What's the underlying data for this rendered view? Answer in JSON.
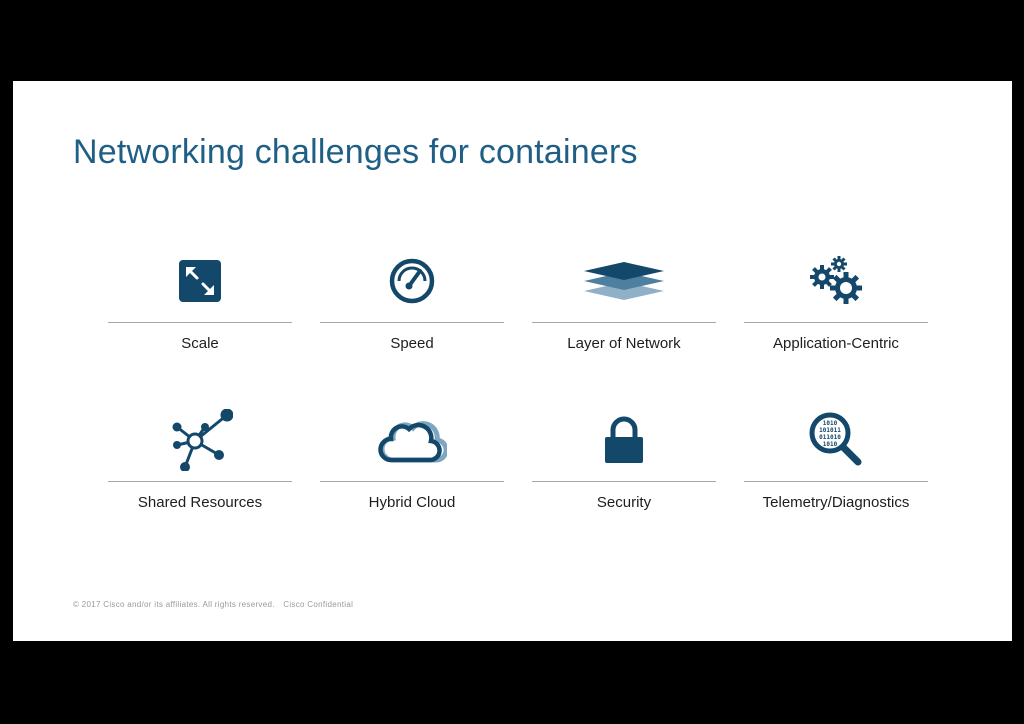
{
  "slide": {
    "title": "Networking challenges for containers",
    "accent_color": "#1f5f86",
    "icon_color": "#13486b",
    "tiles": [
      {
        "label": "Scale",
        "icon": "expand-arrows-icon"
      },
      {
        "label": "Speed",
        "icon": "speedometer-icon"
      },
      {
        "label": "Layer of Network",
        "icon": "stacked-layers-icon"
      },
      {
        "label": "Application-Centric",
        "icon": "gears-icon"
      },
      {
        "label": "Shared Resources",
        "icon": "network-hub-icon"
      },
      {
        "label": "Hybrid Cloud",
        "icon": "cloud-icon"
      },
      {
        "label": "Security",
        "icon": "lock-icon"
      },
      {
        "label": "Telemetry/Diagnostics",
        "icon": "binary-magnifier-icon"
      }
    ],
    "footer": {
      "copyright": "© 2017 Cisco and/or its affiliates. All rights reserved.",
      "confidential": "Cisco Confidential"
    },
    "binary_lines": [
      "1010",
      "101011",
      "011010",
      "1010"
    ]
  }
}
